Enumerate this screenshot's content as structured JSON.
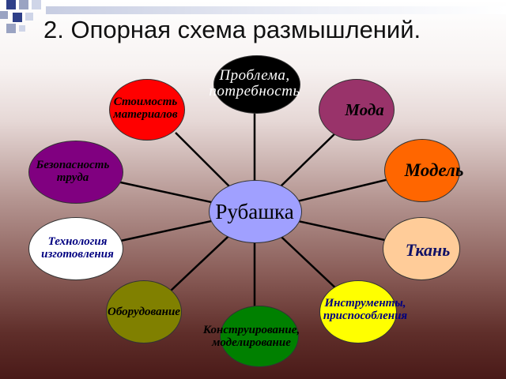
{
  "title": "2. Опорная схема размышлений.",
  "center": {
    "label": "Рубашка",
    "color": "#a0a0ff"
  },
  "nodes": {
    "problem": {
      "label": "Проблема,\nпотребность",
      "color": "#000000",
      "text_color": "#ffffff"
    },
    "fashion": {
      "label": "Мода",
      "color": "#99336a",
      "text_color": "#000000"
    },
    "cost": {
      "label": "Стоимость\nматериалов",
      "color": "#ff0000",
      "text_color": "#000000"
    },
    "model": {
      "label": "Модель",
      "color": "#ff6600",
      "text_color": "#000000"
    },
    "safety": {
      "label": "Безопасность\nтруда",
      "color": "#800080",
      "text_color": "#000000"
    },
    "fabric": {
      "label": "Ткань",
      "color": "#ffcc99",
      "text_color": "#111166"
    },
    "technology": {
      "label": "Технология\nизготовления",
      "color": "#ffffff",
      "text_color": "#000080"
    },
    "equipment": {
      "label": "Оборудование",
      "color": "#808000",
      "text_color": "#000000"
    },
    "design": {
      "label": "Конструирование,\nмоделирование",
      "color": "#008000",
      "text_color": "#000000"
    },
    "tools": {
      "label": "Инструменты,\nприспособления",
      "color": "#ffff00",
      "text_color": "#000080"
    }
  }
}
